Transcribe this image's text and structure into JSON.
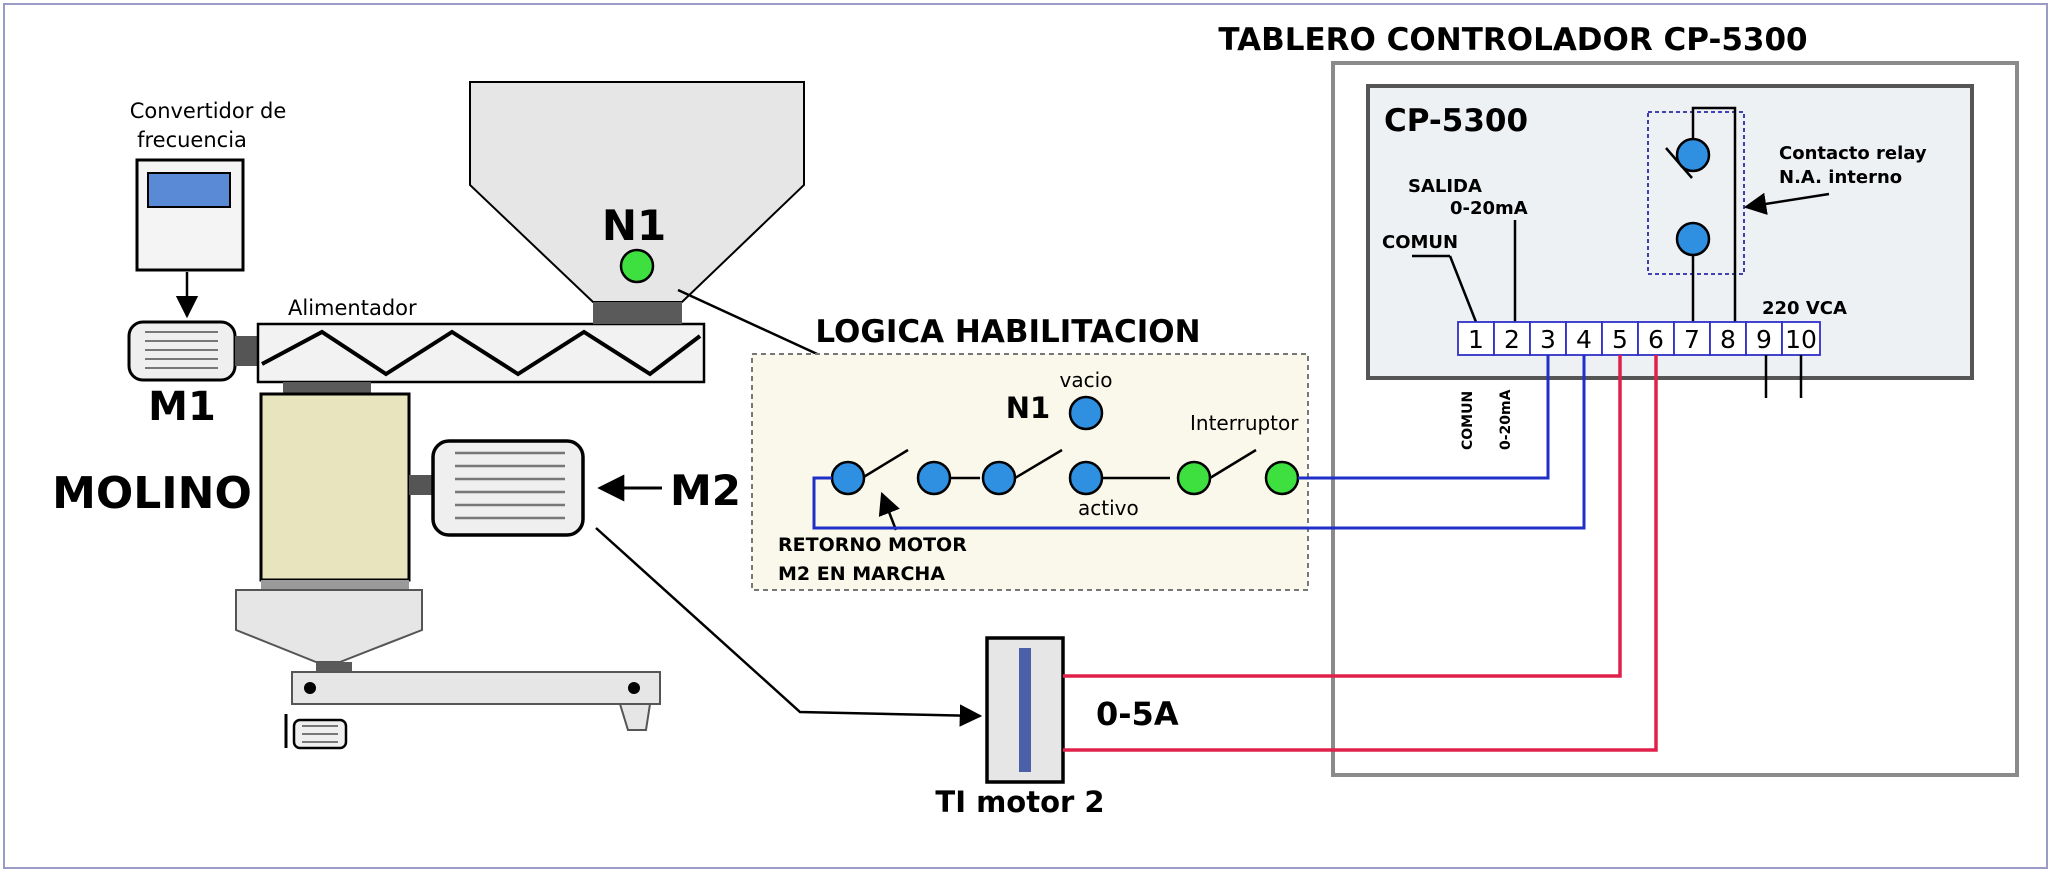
{
  "machine": {
    "converter_label_line1": "Convertidor de",
    "converter_label_line2": "frecuencia",
    "feeder_label": "Alimentador",
    "m1_label": "M1",
    "mill_label": "MOLINO",
    "m2_label": "M2",
    "n1_label": "N1"
  },
  "logic": {
    "title": "LOGICA HABILITACION",
    "n1_label": "N1",
    "empty_label": "vacio",
    "active_label": "activo",
    "switch_label": "Interruptor",
    "return_line1": "RETORNO MOTOR",
    "return_line2": "M2 EN MARCHA"
  },
  "ct": {
    "label": "TI motor 2",
    "range_label": "0-5A"
  },
  "panel": {
    "title": "TABLERO CONTROLADOR CP-5300",
    "device_label": "CP-5300",
    "output_label": "SALIDA",
    "output_range": "0-20mA",
    "common_label": "COMUN",
    "relay_label_line1": "Contacto relay",
    "relay_label_line2": "N.A. interno",
    "voltage_label": "220 VCA",
    "terminals": [
      "1",
      "2",
      "3",
      "4",
      "5",
      "6",
      "7",
      "8",
      "9",
      "10"
    ],
    "vertical_common": "COMUN",
    "vertical_range": "0-20mA"
  },
  "colors": {
    "frame": "#8f8fbf",
    "signal_wire": "#1f2fc8",
    "current_wire": "#e0204a",
    "contact_blue": "#2f8fe0",
    "contact_green": "#3ee040",
    "logic_bg": "#faf8ea",
    "mill_body": "#e8e4bd",
    "panel_gray": "#8a8a8a"
  }
}
